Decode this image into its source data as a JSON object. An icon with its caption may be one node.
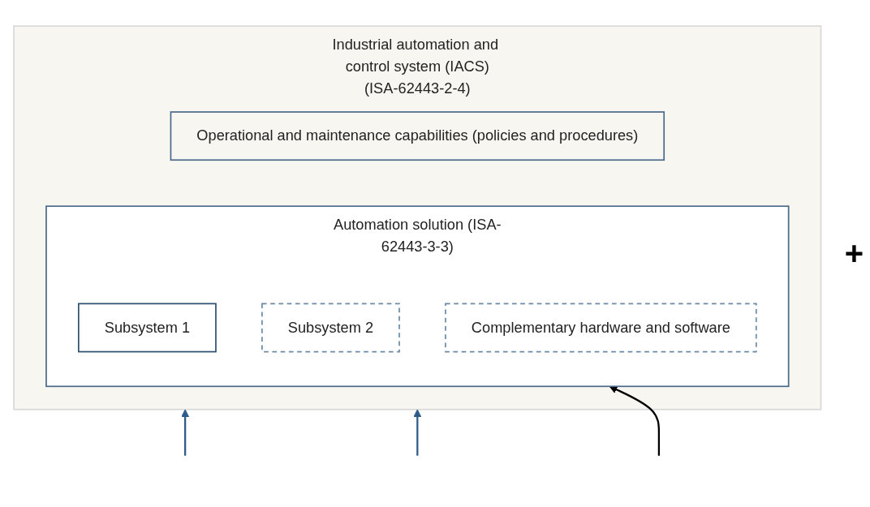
{
  "diagram": {
    "nodes": [
      {
        "text": [
          "Industrial automation and control system (IACS)",
          "(ISA-62443-2-4)"
        ]
      },
      {
        "text": [
          "Operational and maintenance capabilities (policies and procedures)"
        ],
        "in": 0
      },
      {
        "text": [
          "Automation solution (ISA-62443-3-3)"
        ],
        "in": 0
      },
      {
        "text": [
          "Subsystem 1"
        ],
        "in": 2
      },
      {
        "text": [
          "Subsystem 2"
        ],
        "in": 2
      },
      {
        "text": [
          "Complementary hardware and software"
        ],
        "in": 2
      }
    ],
    "edges": [
      {
        "from": null,
        "to": 0,
        "arrow": "to"
      },
      {
        "from": null,
        "to": 0,
        "arrow": "to"
      },
      {
        "from": null,
        "to": 2,
        "arrow": "to",
        "color": "#000000"
      }
    ],
    "labels": [
      "+"
    ]
  }
}
